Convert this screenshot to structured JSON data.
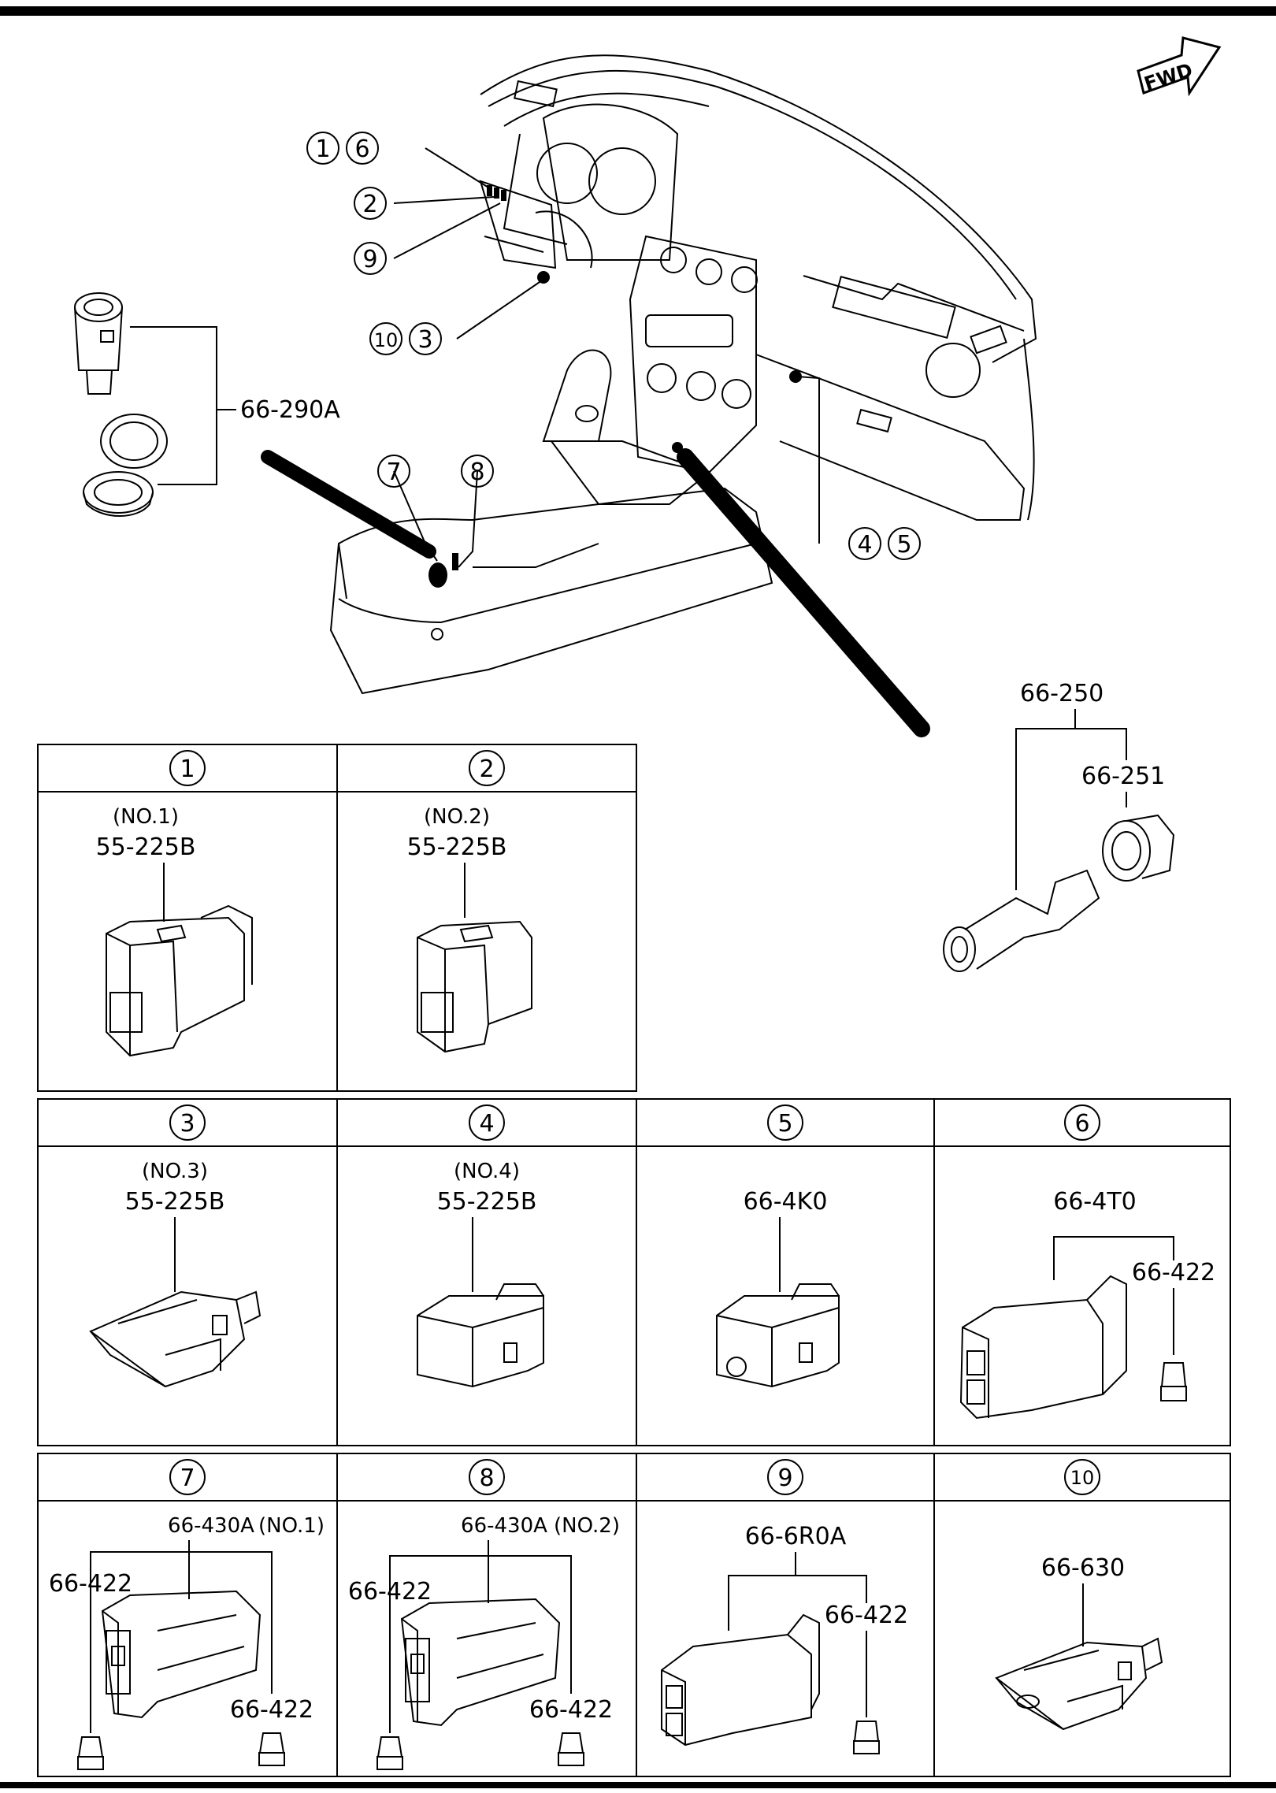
{
  "fwd_label": "FWD",
  "overview": {
    "callouts": [
      {
        "id": "c16",
        "items": [
          "1",
          "6"
        ]
      },
      {
        "id": "c2",
        "items": [
          "2"
        ]
      },
      {
        "id": "c9",
        "items": [
          "9"
        ]
      },
      {
        "id": "c103",
        "items": [
          "10",
          "3"
        ]
      },
      {
        "id": "c7",
        "items": [
          "7"
        ]
      },
      {
        "id": "c8",
        "items": [
          "8"
        ]
      },
      {
        "id": "c45",
        "items": [
          "4",
          "5"
        ]
      }
    ],
    "socket_part": "66-290A",
    "lighter_part": "66-250",
    "lighter_ring_part": "66-251"
  },
  "cells": [
    {
      "n": "1",
      "qualifier": "(NO.1)",
      "part": "55-225B"
    },
    {
      "n": "2",
      "qualifier": "(NO.2)",
      "part": "55-225B"
    },
    {
      "n": "3",
      "qualifier": "(NO.3)",
      "part": "55-225B"
    },
    {
      "n": "4",
      "qualifier": "(NO.4)",
      "part": "55-225B"
    },
    {
      "n": "5",
      "part": "66-4K0"
    },
    {
      "n": "6",
      "part": "66-4T0",
      "bulb": "66-422"
    },
    {
      "n": "7",
      "part": "66-430A",
      "qualifier": "(NO.1)",
      "bulb_left": "66-422",
      "bulb_right": "66-422"
    },
    {
      "n": "8",
      "part": "66-430A",
      "qualifier": "(NO.2)",
      "bulb_left": "66-422",
      "bulb_right": "66-422"
    },
    {
      "n": "9",
      "part": "66-6R0A",
      "bulb": "66-422"
    },
    {
      "n": "10",
      "part": "66-630"
    }
  ]
}
